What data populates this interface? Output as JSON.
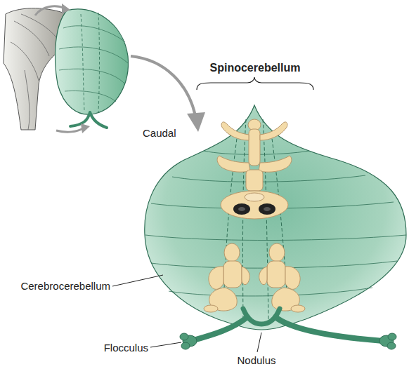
{
  "diagram": {
    "labels": [
      "Spinocerebellum",
      "Caudal",
      "Cerebrocerebellum",
      "Flocculus",
      "Nodulus"
    ]
  }
}
